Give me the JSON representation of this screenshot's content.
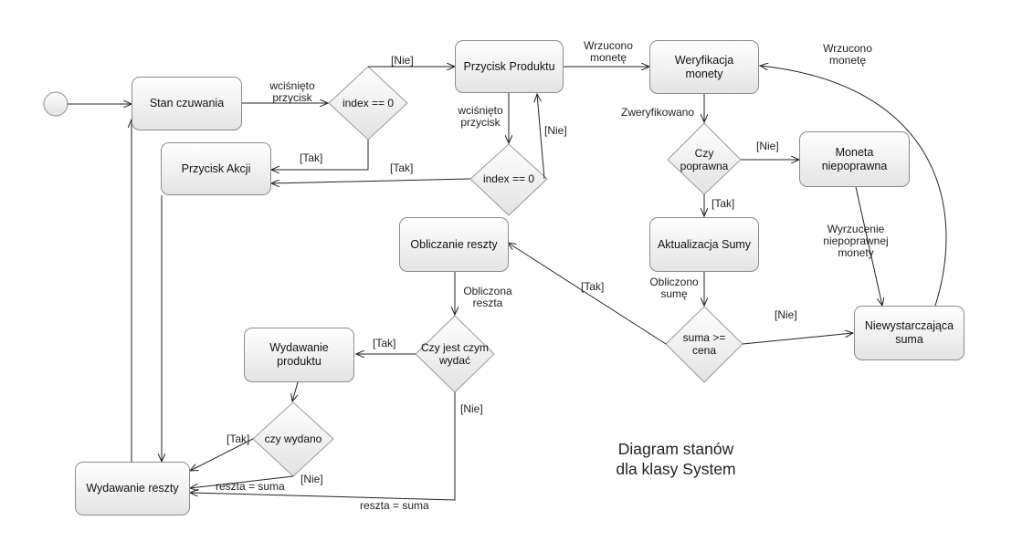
{
  "title": {
    "line1": "Diagram stanów",
    "line2": "dla klasy System"
  },
  "states": {
    "stan_czuwania": "Stan czuwania",
    "przycisk_produktu": "Przycisk Produktu",
    "weryfikacja_monety": "Weryfikacja monety",
    "przycisk_akcji": "Przycisk Akcji",
    "moneta_niepoprawna": "Moneta niepoprawna",
    "obliczanie_reszty": "Obliczanie reszty",
    "aktualizacja_sumy": "Aktualizacja Sumy",
    "niewystarczajaca_suma": "Niewystarczająca suma",
    "wydawanie_produktu": "Wydawanie produktu",
    "wydawanie_reszty": "Wydawanie reszty"
  },
  "decisions": {
    "index1": "index == 0",
    "index2": "index == 0",
    "czy_poprawna": "Czy poprawna",
    "suma_cena": "suma >= cena",
    "czy_jest": "Czy jest czym wydać",
    "czy_wydano": "czy wydano"
  },
  "labels": {
    "wcisnieto1": "wciśnięto przycisk",
    "nie_index1": "[Nie]",
    "tak_index1": "[Tak]",
    "wcisnieto2": "wciśnięto przycisk",
    "nie_index2": "[Nie]",
    "tak_index2": "[Tak]",
    "wrzucono1": "Wrzucono monetę",
    "wrzucono2": "Wrzucono monetę",
    "zweryfikowano": "Zweryfikowano",
    "nie_poprawna": "[Nie]",
    "tak_poprawna": "[Tak]",
    "wyrzucenie": "Wyrzucenie niepoprawnej monety",
    "obliczono": "Obliczono sumę",
    "tak_suma": "[Tak]",
    "nie_suma": "[Nie]",
    "obliczona": "Obliczona reszta",
    "tak_czyjest": "[Tak]",
    "nie_czyjest": "[Nie]",
    "tak_wydano": "[Tak]",
    "nie_wydano": "[Nie]",
    "reszta1": "reszta = suma",
    "reszta2": "reszta = suma"
  }
}
